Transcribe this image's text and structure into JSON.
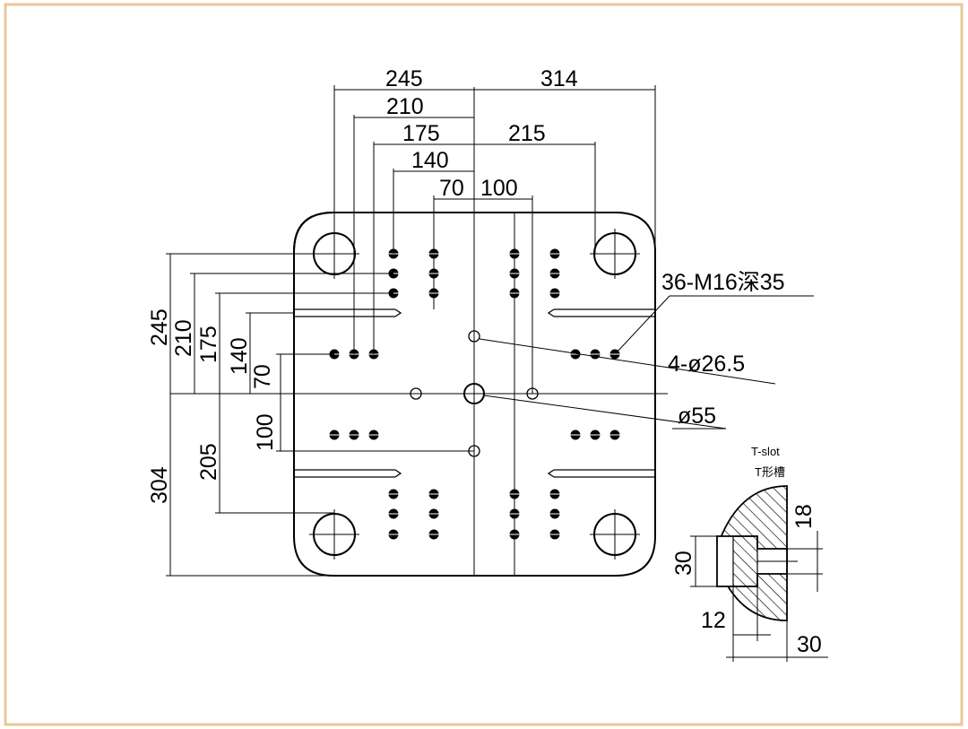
{
  "frame_color": "#e8c79a",
  "top_dims": {
    "d245": "245",
    "d210": "210",
    "d175": "175",
    "d140": "140",
    "d70": "70",
    "d314": "314",
    "d215": "215",
    "d100": "100"
  },
  "left_dims": {
    "d245": "245",
    "d210": "210",
    "d175": "175",
    "d140": "140",
    "d70": "70",
    "d100": "100",
    "d205": "205",
    "d304": "304"
  },
  "callouts": {
    "tapped_holes": "36-M16深35",
    "tie_bar_holes": "4-ø26.5",
    "center_hole": "ø55"
  },
  "tslot": {
    "title_en": "T-slot",
    "title_cn": "T形槽",
    "d18": "18",
    "d30_left": "30",
    "d12": "12",
    "d30_bottom": "30"
  }
}
